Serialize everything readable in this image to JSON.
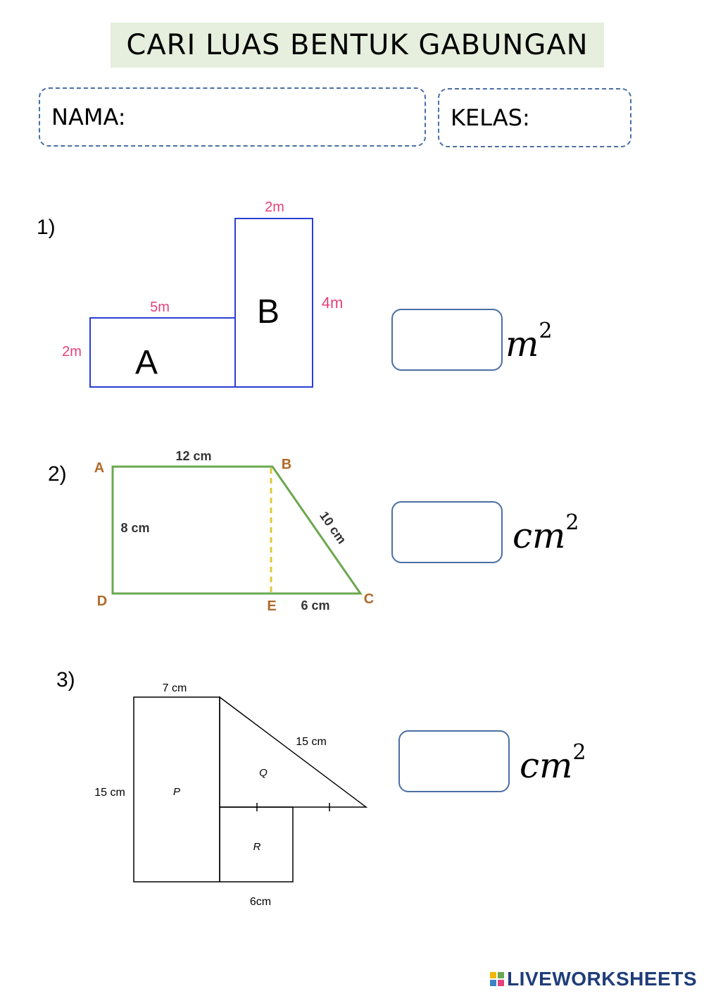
{
  "header": {
    "title": "CARI LUAS BENTUK GABUNGAN"
  },
  "fields": {
    "name_label": "NAMA:",
    "class_label": "KELAS:"
  },
  "questions": [
    {
      "number": "1)",
      "labels": {
        "top": "2m",
        "left_top": "5m",
        "left_side": "2m",
        "right_side": "4m",
        "shape_a": "A",
        "shape_b": "B"
      },
      "unit": "m",
      "unit_power": "2",
      "answer": ""
    },
    {
      "number": "2)",
      "labels": {
        "A": "A",
        "B": "B",
        "C": "C",
        "D": "D",
        "E": "E",
        "ab": "12 cm",
        "ad": "8 cm",
        "bc": "10 cm",
        "ec": "6 cm"
      },
      "unit": "cm",
      "unit_power": "2",
      "answer": ""
    },
    {
      "number": "3)",
      "labels": {
        "top": "7 cm",
        "left": "15 cm",
        "hyp": "15 cm",
        "bottom": "6cm",
        "P": "P",
        "Q": "Q",
        "R": "R"
      },
      "unit": "cm",
      "unit_power": "2",
      "answer": ""
    }
  ],
  "footer": {
    "brand": "LIVEWORKSHEETS"
  },
  "colors": {
    "q1_line": "#2a3fd6",
    "q1_label": "#e5417a",
    "q2_line": "#6aa84f",
    "q2_dashed": "#e0c93a",
    "q2_vertex": "#b06a2a",
    "answer_border": "#4a6fa5"
  }
}
